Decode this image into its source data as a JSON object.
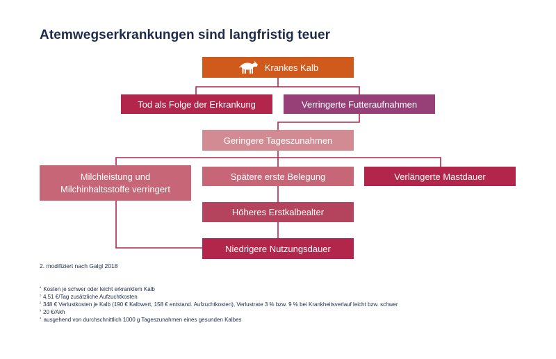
{
  "title": "Atemwegserkrankungen sind langfristig teuer",
  "nodes": {
    "kalb": "Krankes Kalb",
    "tod": "Tod als Folge der Erkrankung",
    "futter": "Verringerte Futteraufnahmen",
    "tageszunahmen": "Geringere Tageszunahmen",
    "milch_line1": "Milchleistung und",
    "milch_line2": "Milchinhaltsstoffe verringert",
    "belegung": "Spätere erste Belegung",
    "mastdauer": "Verlängerte Mastdauer",
    "erstkalbealter": "Höheres Erstkalbealter",
    "nutzungsdauer": "Niedrigere Nutzungsdauer"
  },
  "icons": {
    "kalb": "cow-icon"
  },
  "colors": {
    "orange": "#d05a1b",
    "red": "#b1264a",
    "purple": "#973f77",
    "light_rose": "#d38b93",
    "rose": "#c76676",
    "deep_rose": "#b4445e",
    "line": "#b1264a",
    "title": "#1e2b4a"
  },
  "source": "2. modifiziert nach Galgl 2018",
  "footnotes": [
    {
      "mark": "*",
      "text": "Kosten je schwer oder leicht erkranktem Kalb"
    },
    {
      "mark": "¹",
      "text": "4,51 €/Tag zusätzliche Aufzuchtkosten"
    },
    {
      "mark": "²",
      "text": "348 € Verlustkosten je Kalb (190 € Kalbwert, 158 € entstand. Aufzuchtkosten), Verlustrate 3 % bzw. 9 % bei Krankheitsverlauf leicht bzw. schwer"
    },
    {
      "mark": "³",
      "text": "20 €/Akh"
    },
    {
      "mark": "⁴",
      "text": "ausgehend von  durchschnittlich 1000 g Tageszunahmen eines gesunden Kalbes"
    }
  ]
}
